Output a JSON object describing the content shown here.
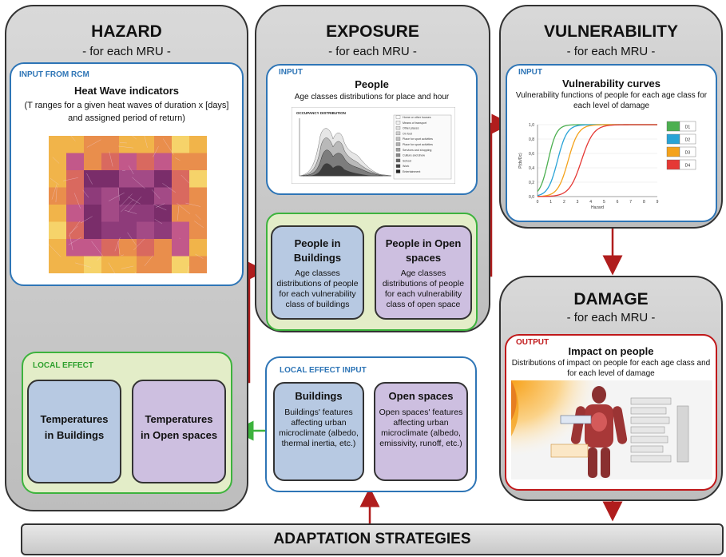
{
  "hazard": {
    "title": "HAZARD",
    "subtitle": "- for each MRU -",
    "input": {
      "tag": "INPUT FROM RCM",
      "title": "Heat Wave indicators",
      "text": "(T ranges for a given heat waves of duration x [days] and assigned period of return)"
    },
    "local_effect": {
      "tag": "LOCAL EFFECT",
      "buildings": "Temperatures in Buildings",
      "open_spaces": "Temperatures in Open spaces"
    }
  },
  "exposure": {
    "title": "EXPOSURE",
    "subtitle": "- for each MRU -",
    "input": {
      "tag": "INPUT",
      "title": "People",
      "text": "Age classes distributions for place and hour",
      "chart_title": "OCCUPANCY DISTRIBUTION",
      "legend": [
        "Home or other houses",
        "Means of transport",
        "Other places",
        "On foot",
        "Place for sport activities",
        "Place for sport activities",
        "Services and shopping",
        "Culture and show",
        "School",
        "Work",
        "Entertainment"
      ]
    },
    "people_buildings": {
      "title": "People in Buildings",
      "text": "Age classes distributions of people for each vulnerability class of buildings"
    },
    "people_open": {
      "title": "People in Open spaces",
      "text": "Age classes distributions of people for each vulnerability class of open space"
    }
  },
  "local_effect_input": {
    "tag": "LOCAL EFFECT INPUT",
    "buildings": {
      "title": "Buildings",
      "text": "Buildings' features affecting urban microclimate (albedo, thermal inertia, etc.)"
    },
    "open_spaces": {
      "title": "Open spaces",
      "text": "Open spaces' features affecting urban microclimate (albedo, emissivity, runoff, etc.)"
    }
  },
  "vulnerability": {
    "title": "VULNERABILITY",
    "subtitle": "- for each MRU -",
    "input": {
      "tag": "INPUT",
      "title": "Vulnerability curves",
      "text": "Vulnerability functions of people for each age class for each level of damage"
    }
  },
  "damage": {
    "title": "DAMAGE",
    "subtitle": "- for each MRU -",
    "output": {
      "tag": "OUTPUT",
      "title": "Impact on people",
      "text": "Distributions of impact on people for each age class and for each level of damage"
    }
  },
  "adaptation": {
    "label": "ADAPTATION STRATEGIES"
  },
  "chart_data": {
    "type": "line",
    "x": [
      0,
      1,
      2,
      3,
      4,
      5,
      6,
      7,
      8,
      9
    ],
    "series": [
      {
        "name": "D1",
        "color": "#4caf50"
      },
      {
        "name": "D2",
        "color": "#29a3d6"
      },
      {
        "name": "D3",
        "color": "#f4a21b"
      },
      {
        "name": "D4",
        "color": "#e53935"
      }
    ],
    "xlabel": "Hazard",
    "ylabel": "P(ds/Dc)",
    "xlim": [
      0,
      9
    ],
    "ylim": [
      0,
      1.0
    ],
    "x_ticks": [
      "0",
      "1",
      "2",
      "3",
      "4",
      "5",
      "6",
      "7",
      "8",
      "9"
    ],
    "y_ticks": [
      "0,0",
      "0,2",
      "0,4",
      "0,6",
      "0,8",
      "1,0"
    ]
  },
  "colors": {
    "blue_frame": "#2e75b6",
    "green_frame": "#3db33d",
    "red_frame": "#c0181a",
    "buildings_fill": "#b7c9e2",
    "open_fill": "#cdbfe0",
    "local_effect_fill": "#e3edc8"
  }
}
